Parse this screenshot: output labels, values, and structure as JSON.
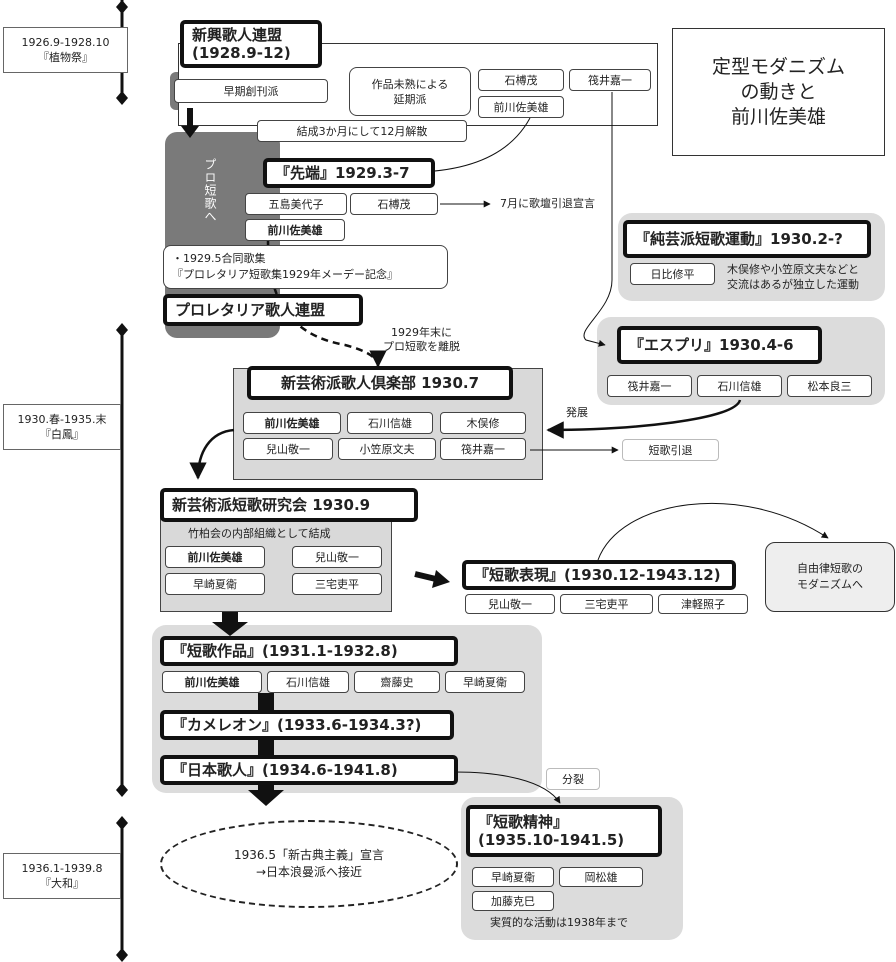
{
  "title": {
    "lines": [
      "定型モダニズム",
      "の動きと",
      "前川佐美雄"
    ]
  },
  "eras": [
    {
      "range": "1926.9-1928.10",
      "name": "『植物祭』"
    },
    {
      "range": "1930.春-1935.末",
      "name": "『白鳳』"
    },
    {
      "range": "1936.1-1939.8",
      "name": "『大和』"
    }
  ],
  "shinko": {
    "name": "新興歌人連盟",
    "period": "(1928.9-12)",
    "early": "早期創刊派",
    "delay": [
      "作品未熟による",
      "延期派"
    ],
    "member1": "石榑茂",
    "member2": "筏井嘉一",
    "member3": "前川佐美雄",
    "dissolve": "結成3か月にして12月解散"
  },
  "puro_side": "プロ短歌へ",
  "sentan": {
    "title": "『先端』1929.3-7",
    "m1": "五島美代子",
    "m2": "石榑茂",
    "m3": "前川佐美雄",
    "note": "7月に歌壇引退宣言",
    "anthology": [
      "・1929.5合同歌集",
      "『プロレタリア短歌集1929年メーデー記念』"
    ]
  },
  "prole": "プロレタリア歌人連盟",
  "leave": [
    "1929年末に",
    "プロ短歌を離脱"
  ],
  "jungei": {
    "title": "『純芸派短歌運動』1930.2-?",
    "member": "日比修平",
    "note": [
      "木俣修や小笠原文夫などと",
      "交流はあるが独立した運動"
    ]
  },
  "esprit": {
    "title": "『エスプリ』1930.4-6",
    "m1": "筏井嘉一",
    "m2": "石川信雄",
    "m3": "松本良三"
  },
  "club": {
    "title": "新芸術派歌人倶楽部 1930.7",
    "m": [
      "前川佐美雄",
      "石川信雄",
      "木俣修",
      "兒山敬一",
      "小笠原文夫",
      "筏井嘉一"
    ]
  },
  "develop": "発展",
  "retire": "短歌引退",
  "study": {
    "title": "新芸術派短歌研究会 1930.9",
    "note": "竹柏会の内部組織として結成",
    "m": [
      "前川佐美雄",
      "兒山敬一",
      "早崎夏衛",
      "三宅吏平"
    ]
  },
  "hyogen": {
    "title": "『短歌表現』(1930.12-1943.12)",
    "m": [
      "兒山敬一",
      "三宅吏平",
      "津軽照子"
    ]
  },
  "free": [
    "自由律短歌の",
    "モダニズムへ"
  ],
  "sakuhin": {
    "title": "『短歌作品』(1931.1-1932.8)",
    "m": [
      "前川佐美雄",
      "石川信雄",
      "齋藤史",
      "早崎夏衛"
    ]
  },
  "chameleon": "『カメレオン』(1933.6-1934.3?)",
  "nihon": "『日本歌人』(1934.6-1941.8)",
  "split": "分裂",
  "seishin": {
    "t1": "『短歌精神』",
    "t2": "(1935.10-1941.5)",
    "m": [
      "早崎夏衛",
      "岡松雄",
      "加藤克巳"
    ],
    "note": "実質的な活動は1938年まで"
  },
  "koten": [
    "1936.5「新古典主義」宣言",
    "→日本浪曼派へ接近"
  ]
}
